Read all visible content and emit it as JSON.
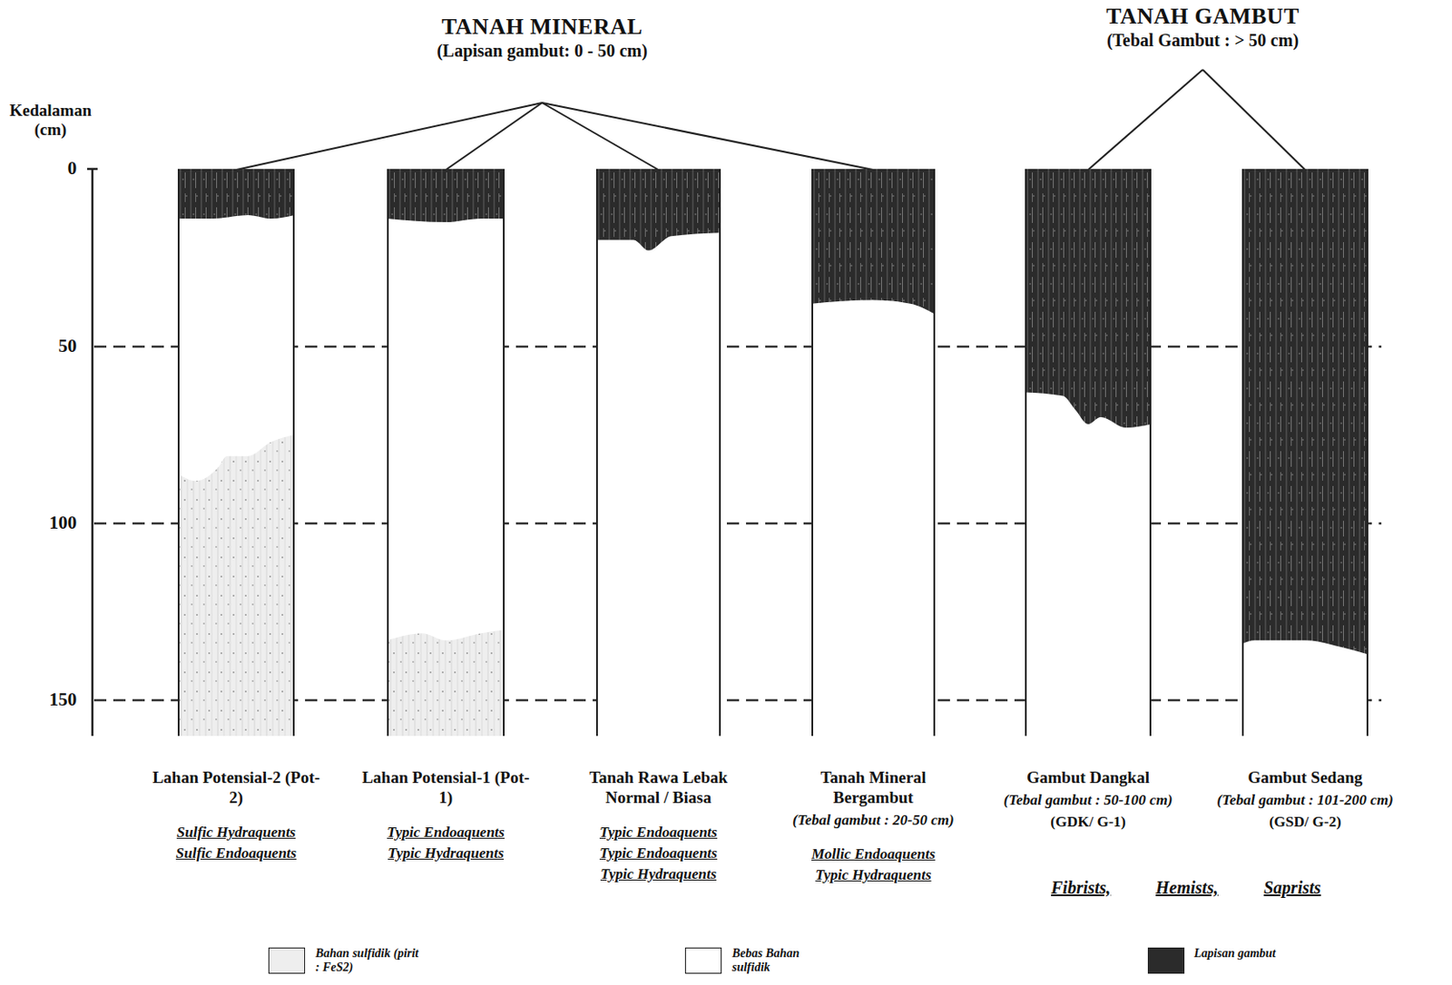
{
  "diagram": {
    "nodes": [
      {
        "text": [
          "TANAH MINERAL",
          "(Lapisan gambut:  0 - 50 cm)"
        ]
      },
      {
        "text": [
          "TANAH GAMBUT",
          "(Tebal Gambut : > 50 cm)"
        ]
      },
      {
        "text": [
          "Lahan Potensial-2 (Pot-2)",
          "Sulfic Hydraquents",
          "Sulfic Endoaquents"
        ]
      },
      {
        "text": [
          "Lahan Potensial-1 (Pot-1)",
          "Typic Endoaquents",
          "Typic Hydraquents"
        ]
      },
      {
        "text": [
          "Tanah Rawa Lebak Normal / Biasa",
          "Typic Endoaquents",
          "Typic Endoaquents",
          "Typic Hydraquents"
        ]
      },
      {
        "text": [
          "Tanah Mineral Bergambut",
          "(Tebal gambut : 20-50 cm)",
          "Mollic Endoaquents",
          "Typic Hydraquents"
        ]
      },
      {
        "text": [
          "Gambut Dangkal",
          "(Tebal gambut : 50-100 cm)",
          "(GDK/ G-1)"
        ]
      },
      {
        "text": [
          "Gambut Sedang",
          "(Tebal gambut : 101-200 cm)",
          "(GSD/ G-2)"
        ]
      }
    ],
    "edges": [
      {
        "from": 0,
        "to": 2,
        "arrow": "none"
      },
      {
        "from": 0,
        "to": 3,
        "arrow": "none"
      },
      {
        "from": 0,
        "to": 4,
        "arrow": "none"
      },
      {
        "from": 0,
        "to": 5,
        "arrow": "none"
      },
      {
        "from": 1,
        "to": 6,
        "arrow": "none"
      },
      {
        "from": 1,
        "to": 7,
        "arrow": "none"
      }
    ],
    "labels": [
      "Kedalaman (cm)",
      "0",
      "50",
      "100",
      "150",
      "Fibrists,",
      "Hemists,",
      "Saprists"
    ],
    "legend": [
      {
        "text": "Bahan sulfidik (pirit : FeS2)",
        "color": "#eeeeee"
      },
      {
        "text": "Bebas Bahan sulfidik",
        "color": "#ffffff"
      },
      {
        "text": "Lapisan gambut",
        "color": "#2b2b2b"
      }
    ]
  }
}
